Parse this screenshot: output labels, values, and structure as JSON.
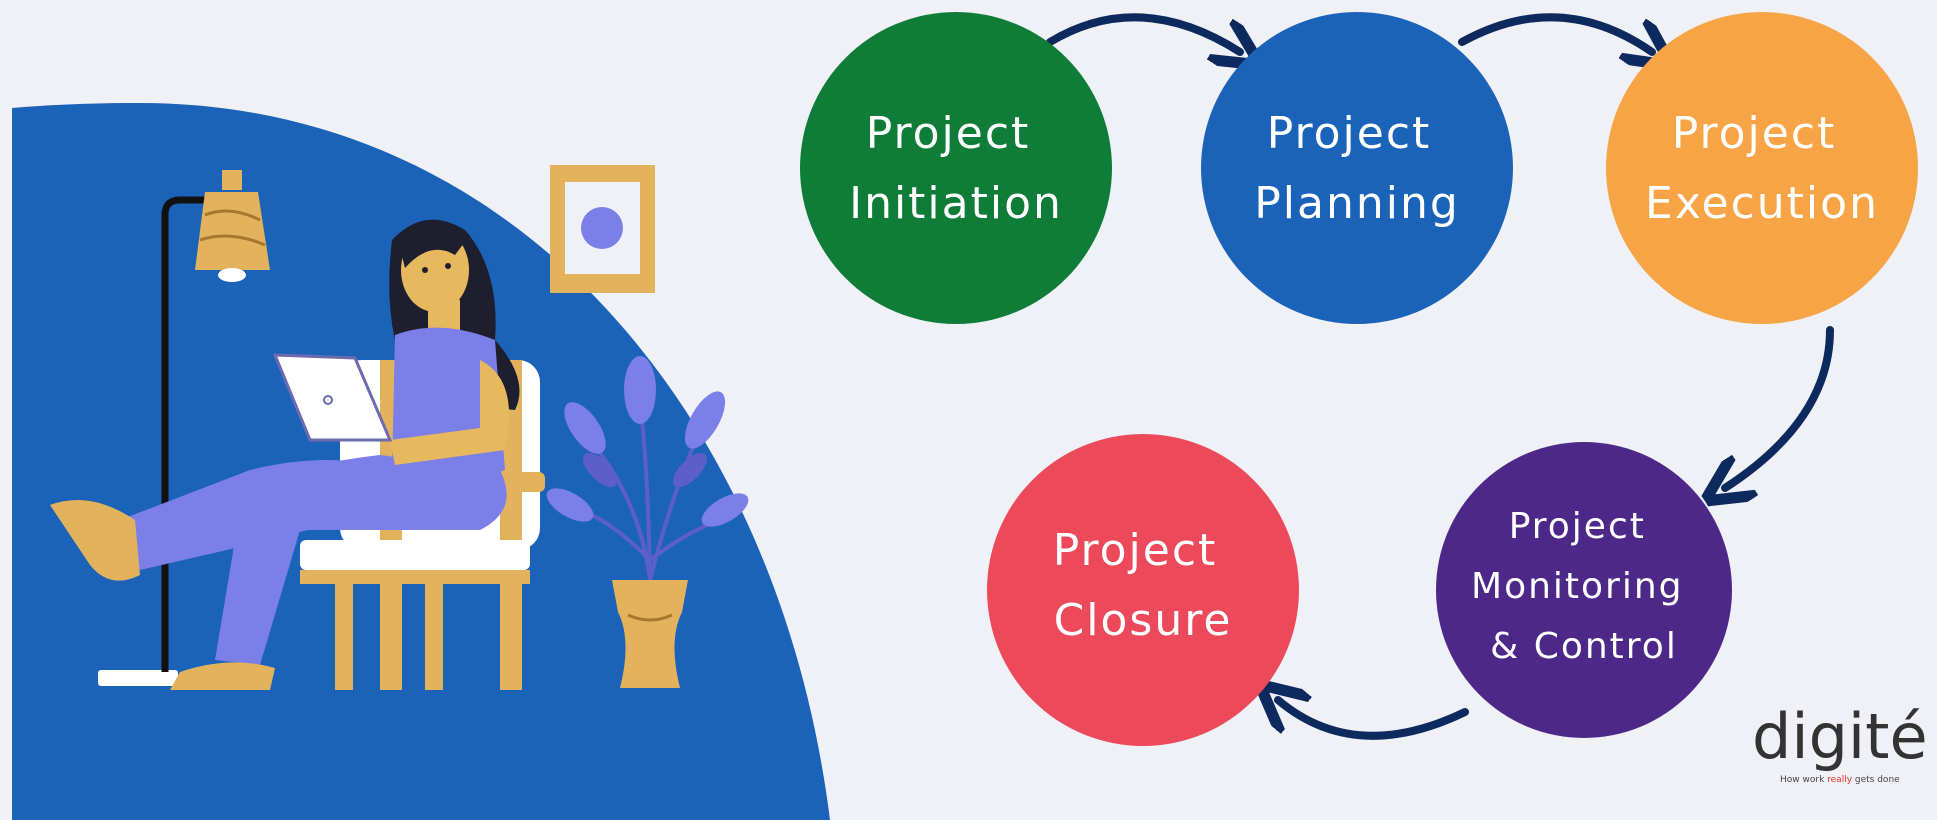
{
  "colors": {
    "background": "#f0f1f7",
    "blue_shape": "#1b63b8",
    "arrow": "#0d2a5e",
    "skin": "#e7b95e",
    "outfit": "#7b7fe8",
    "hair": "#1e1e2e",
    "wood": "#e2b35c"
  },
  "steps": [
    {
      "lines": [
        "Project",
        "Initiation"
      ],
      "color": "#0f7d38"
    },
    {
      "lines": [
        "Project",
        "Planning"
      ],
      "color": "#1b63b8"
    },
    {
      "lines": [
        "Project",
        "Execution"
      ],
      "color": "#f6a446"
    },
    {
      "lines": [
        "Project",
        "Monitoring",
        "& Control"
      ],
      "color": "#4d2888"
    },
    {
      "lines": [
        "Project",
        "Closure"
      ],
      "color": "#ec4a5a"
    }
  ],
  "logo": {
    "word": "digité",
    "tagline_before": "How work ",
    "tagline_highlight": "really",
    "tagline_after": " gets done",
    "highlight_color": "#e4312b"
  },
  "illustration": {
    "icons": [
      "floor-lamp-icon",
      "wall-picture-icon",
      "person-reading-tablet-icon",
      "chair-icon",
      "potted-plant-icon"
    ]
  }
}
